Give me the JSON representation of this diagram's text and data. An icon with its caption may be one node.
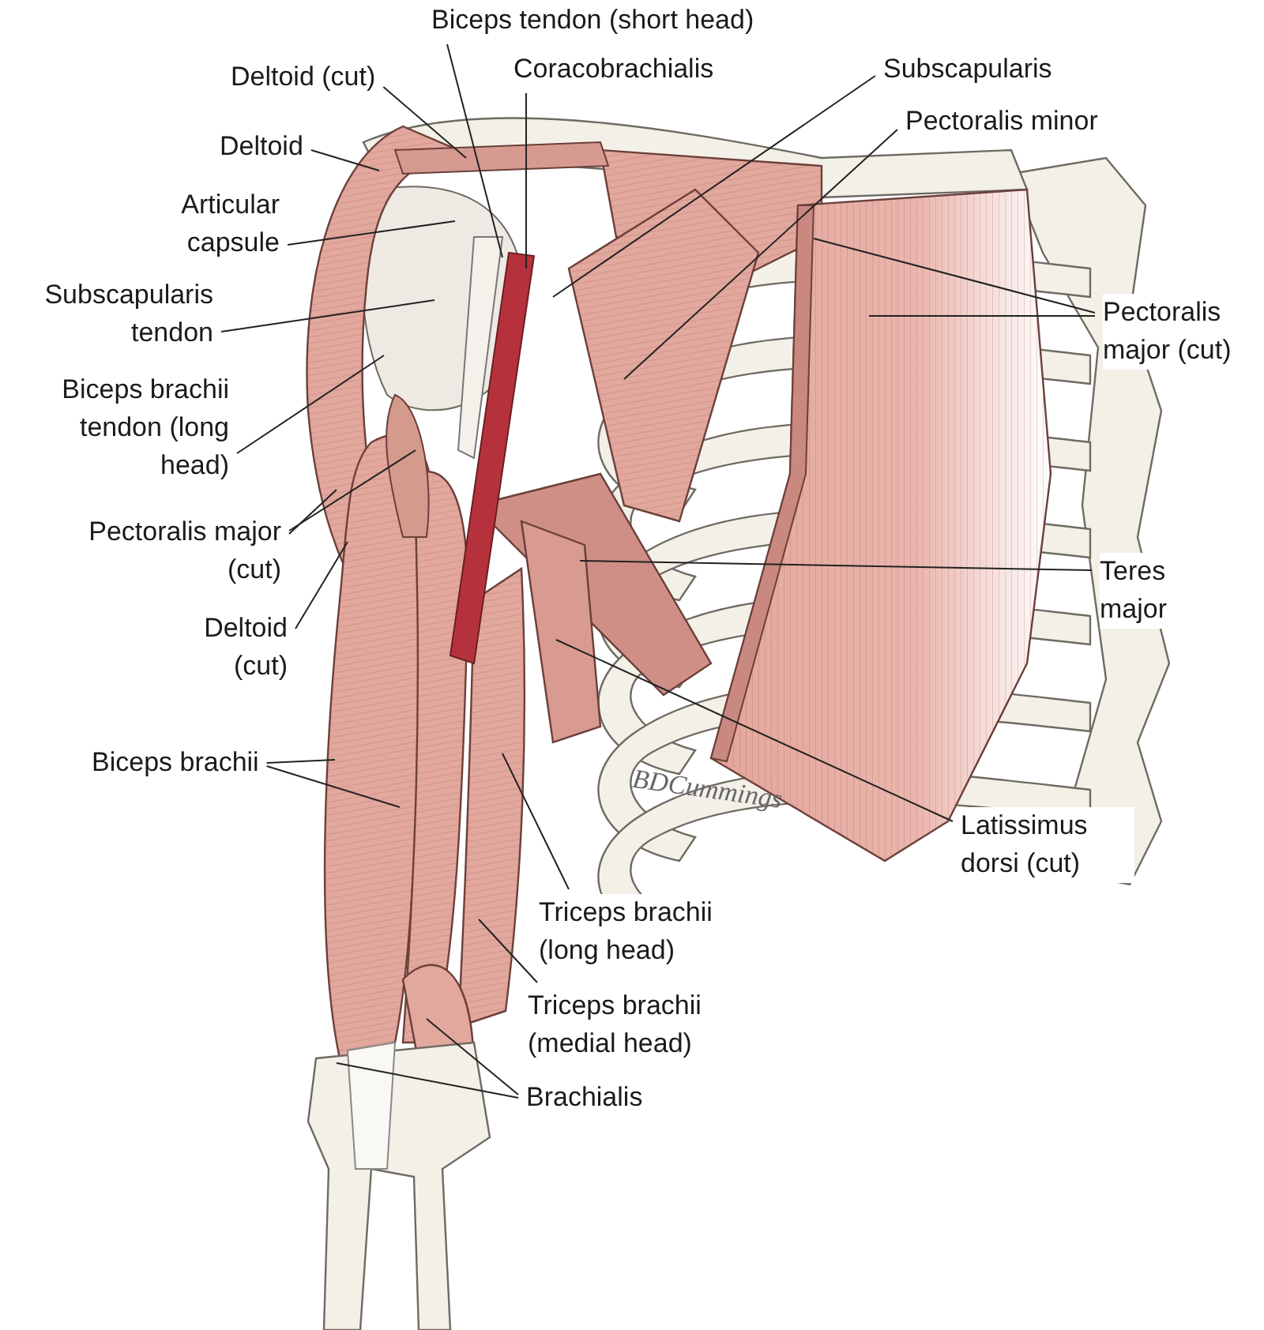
{
  "diagram": {
    "nodes": [
      {
        "text": [
          "Biceps tendon (short head)"
        ]
      },
      {
        "text": [
          "Deltoid (cut)"
        ]
      },
      {
        "text": [
          "Coracobrachialis"
        ]
      },
      {
        "text": [
          "Subscapularis"
        ]
      },
      {
        "text": [
          "Pectoralis minor"
        ]
      },
      {
        "text": [
          "Deltoid"
        ]
      },
      {
        "text": [
          "Articular capsule"
        ]
      },
      {
        "text": [
          "Subscapularis tendon"
        ]
      },
      {
        "text": [
          "Pectoralis major (cut)"
        ]
      },
      {
        "text": [
          "Biceps brachii tendon (long head)"
        ]
      },
      {
        "text": [
          "Pectoralis major (cut)"
        ]
      },
      {
        "text": [
          "Teres major"
        ]
      },
      {
        "text": [
          "Deltoid (cut)"
        ]
      },
      {
        "text": [
          "Biceps brachii"
        ]
      },
      {
        "text": [
          "Latissimus dorsi (cut)"
        ]
      },
      {
        "text": [
          "Triceps brachii (long head)"
        ]
      },
      {
        "text": [
          "Triceps brachii (medial head)"
        ]
      },
      {
        "text": [
          "Brachialis"
        ]
      }
    ],
    "edges": [
      {
        "from": 0,
        "to": null,
        "arrow": "none"
      },
      {
        "from": 1,
        "to": null,
        "arrow": "none"
      },
      {
        "from": 2,
        "to": null,
        "arrow": "none"
      },
      {
        "from": 3,
        "to": null,
        "arrow": "none"
      },
      {
        "from": 4,
        "to": null,
        "arrow": "none"
      },
      {
        "from": 5,
        "to": null,
        "arrow": "none"
      },
      {
        "from": 6,
        "to": null,
        "arrow": "none"
      },
      {
        "from": 7,
        "to": null,
        "arrow": "none"
      },
      {
        "from": 8,
        "to": null,
        "arrow": "none"
      },
      {
        "from": 8,
        "to": null,
        "arrow": "none"
      },
      {
        "from": 9,
        "to": null,
        "arrow": "none"
      },
      {
        "from": 10,
        "to": null,
        "arrow": "none"
      },
      {
        "from": 10,
        "to": null,
        "arrow": "none"
      },
      {
        "from": 11,
        "to": null,
        "arrow": "none"
      },
      {
        "from": 12,
        "to": null,
        "arrow": "none"
      },
      {
        "from": 13,
        "to": null,
        "arrow": "none"
      },
      {
        "from": 13,
        "to": null,
        "arrow": "none"
      },
      {
        "from": 14,
        "to": null,
        "arrow": "none"
      },
      {
        "from": 15,
        "to": null,
        "arrow": "none"
      },
      {
        "from": 16,
        "to": null,
        "arrow": "none"
      },
      {
        "from": 17,
        "to": null,
        "arrow": "none"
      },
      {
        "from": 17,
        "to": null,
        "arrow": "none"
      }
    ],
    "labels": [
      "BDCummings"
    ]
  }
}
